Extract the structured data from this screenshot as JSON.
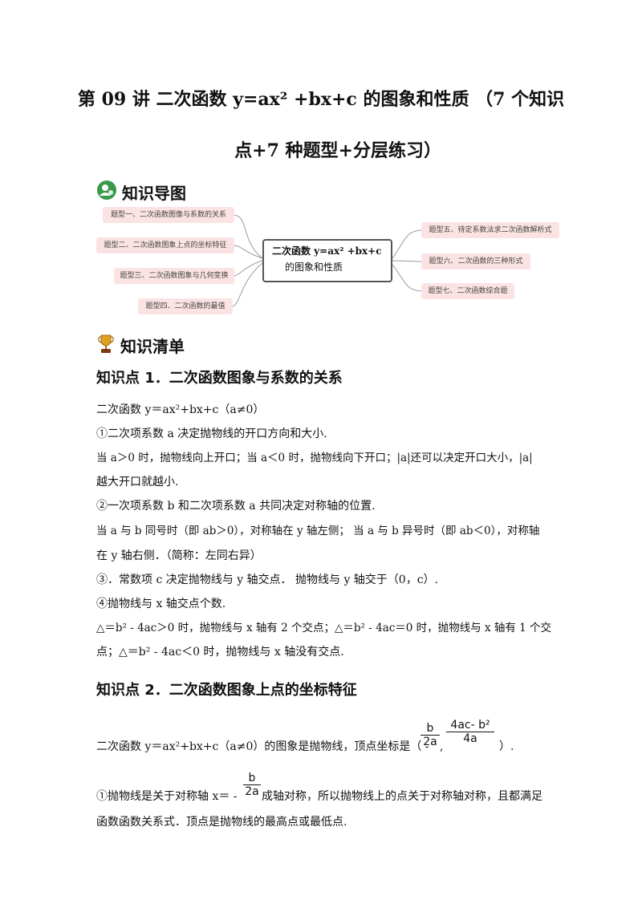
{
  "title": {
    "line1": "第 09 讲  二次函数 y=ax² +bx+c 的图象和性质  （7 个知识",
    "line2": "点+7 种题型+分层练习）"
  },
  "sections": {
    "map_heading": "知识导图",
    "list_heading": "知识清单"
  },
  "mindmap": {
    "center_line1": "二次函数 y=ax² +bx+c",
    "center_line2": "的图象和性质",
    "left_nodes": [
      "题型一、二次函数图像与系数的关系",
      "题型二、二次函数图象上点的坐标特征",
      "题型三、二次函数图象与几何变换",
      "题型四、二次函数的最值"
    ],
    "right_nodes": [
      "题型五、待定系数法求二次函数解析式",
      "题型六、二次函数的三种形式",
      "题型七、二次函数综合题"
    ],
    "colors": {
      "node_bg": "#fbe3e3",
      "line": "#9a9a9a",
      "center_border": "#555555"
    }
  },
  "kp1": {
    "title": "知识点 1．二次函数图象与系数的关系",
    "lines": [
      "二次函数 y＝ax²+bx+c（a≠0）",
      "①二次项系数 a 决定抛物线的开口方向和大小.",
      "当 a＞0 时，抛物线向上开口；当 a＜0 时，抛物线向下开口；|a|还可以决定开口大小，|a|",
      "越大开口就越小.",
      "②一次项系数 b 和二次项系数 a 共同决定对称轴的位置.",
      "当 a 与 b 同号时（即 ab＞0），对称轴在 y 轴左侧；  当 a 与 b 异号时（即 ab＜0），对称轴",
      "在 y 轴右侧．（简称：左同右异）",
      "③．常数项 c 决定抛物线与 y 轴交点．  抛物线与 y 轴交于（0，c）.",
      "④抛物线与 x 轴交点个数.",
      "△＝b² - 4ac＞0 时，抛物线与 x 轴有 2 个交点；△＝b² - 4ac＝0 时，抛物线与 x 轴有 1 个交",
      "点；△＝b² - 4ac＜0 时，抛物线与 x 轴没有交点."
    ]
  },
  "kp2": {
    "title": "知识点 2．二次函数图象上点的坐标特征",
    "vertex_prefix": "二次函数 y＝ax²+bx+c（a≠0）的图象是抛物线，顶点坐标是（ -",
    "vertex_suffix": "）.",
    "frac1_num": "b",
    "frac1_den": "2a",
    "comma": ",",
    "frac2_num": "4ac- b²",
    "frac2_den": "4a",
    "axis_prefix": "①抛物线是关于对称轴 x＝ -",
    "axis_frac_num": "b",
    "axis_frac_den": "2a",
    "axis_suffix": "成轴对称，所以抛物线上的点关于对称轴对称，且都满足",
    "last_line": "函数函数关系式．顶点是抛物线的最高点或最低点."
  }
}
